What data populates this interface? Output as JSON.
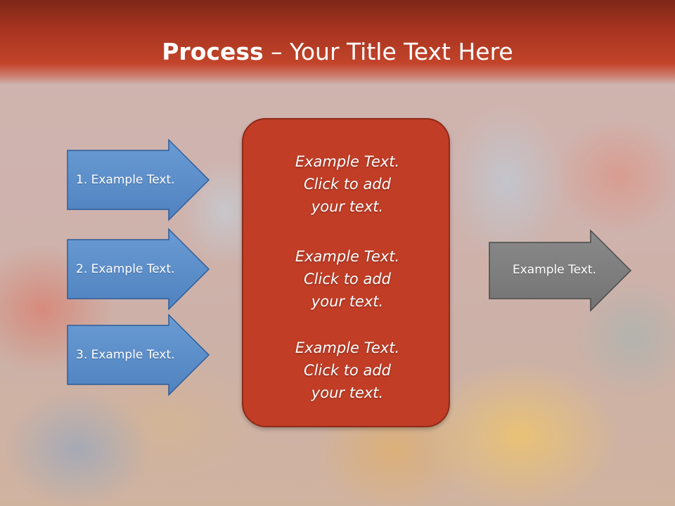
{
  "slide": {
    "title_bold": "Process",
    "title_rest": " – Your Title Text Here",
    "left_arrows": [
      {
        "label": "1. Example Text."
      },
      {
        "label": "2. Example Text."
      },
      {
        "label": "3. Example Text."
      }
    ],
    "center_blocks": [
      {
        "line1": "Example Text.",
        "line2": "Click  to add",
        "line3": "your text."
      },
      {
        "line1": "Example Text.",
        "line2": "Click  to add",
        "line3": "your text."
      },
      {
        "line1": "Example Text.",
        "line2": "Click  to add",
        "line3": "your text."
      }
    ],
    "right_arrow": {
      "label": "Example Text."
    }
  },
  "colors": {
    "title_bar": "#b53a22",
    "blue_arrow": "#5b8fcb",
    "center_box": "#c13d26",
    "gray_arrow": "#7f7f7f"
  }
}
